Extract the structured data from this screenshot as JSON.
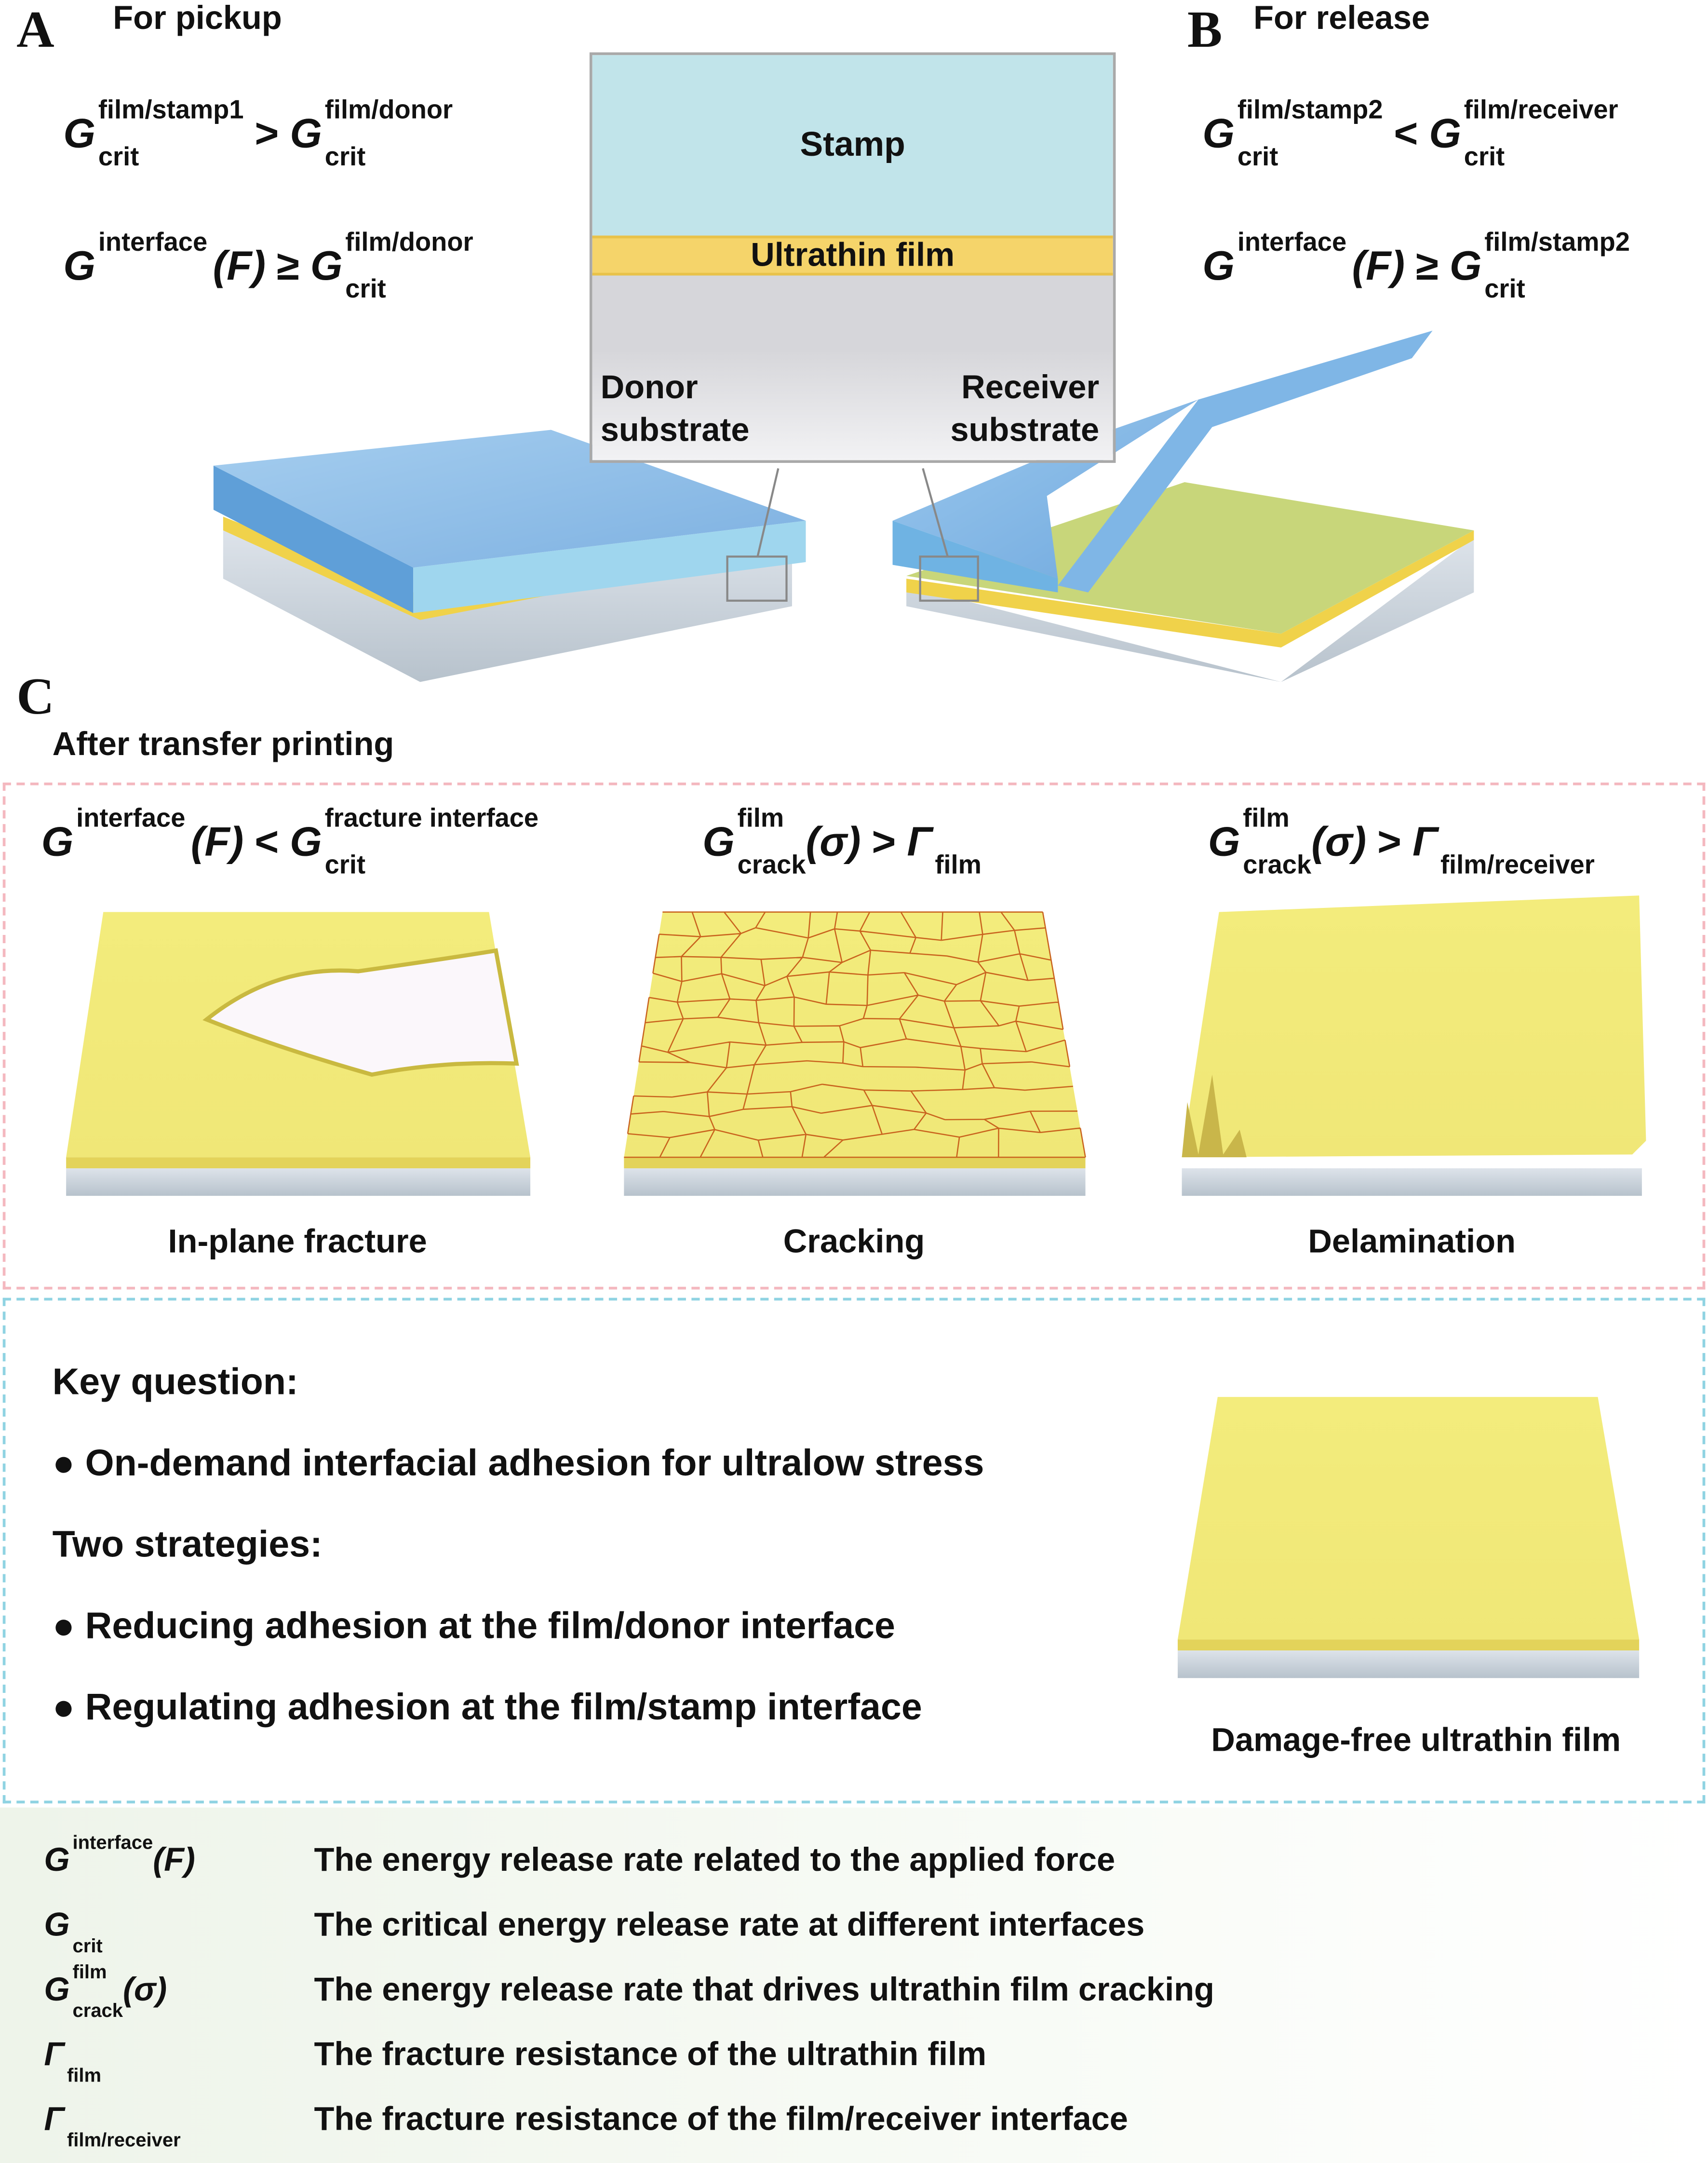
{
  "panelA": {
    "letter": "A",
    "title": "For pickup",
    "eq1": {
      "lhs_sup": "film/stamp1",
      "lhs_sub": "crit",
      "op": ">",
      "rhs_sup": "film/donor",
      "rhs_sub": "crit"
    },
    "eq2": {
      "lhs_sup": "interface",
      "arg": "(F)",
      "op": "≥",
      "rhs_sup": "film/donor",
      "rhs_sub": "crit"
    }
  },
  "panelB": {
    "letter": "B",
    "title": "For release",
    "eq1": {
      "lhs_sup": "film/stamp2",
      "lhs_sub": "crit",
      "op": "<",
      "rhs_sup": "film/receiver",
      "rhs_sub": "crit"
    },
    "eq2": {
      "lhs_sup": "interface",
      "arg": "(F)",
      "op": "≥",
      "rhs_sup": "film/stamp2",
      "rhs_sub": "crit"
    }
  },
  "schematic": {
    "stamp": "Stamp",
    "film": "Ultrathin film",
    "donor": "Donor substrate",
    "receiver": "Receiver substrate"
  },
  "panelC": {
    "letter": "C",
    "title": "After transfer printing",
    "modes": [
      {
        "eq": {
          "lhs_sup": "interface",
          "arg": "(F)",
          "op": "<",
          "rhs_sup": "fracture interface",
          "rhs_sub": "crit"
        },
        "label": "In-plane fracture"
      },
      {
        "eq": {
          "lhs_sup": "film",
          "lhs_sub": "crack",
          "arg": "(σ)",
          "op": ">",
          "gamma_sub": "film"
        },
        "label": "Cracking"
      },
      {
        "eq": {
          "lhs_sup": "film",
          "lhs_sub": "crack",
          "arg": "(σ)",
          "op": ">",
          "gamma_sub": "film/receiver"
        },
        "label": "Delamination"
      }
    ]
  },
  "strategy": {
    "key_q": "Key question:",
    "bullet1": "On-demand interfacial adhesion for ultralow stress",
    "two": "Two strategies:",
    "bullet2": "Reducing adhesion at the film/donor interface",
    "bullet3": "Regulating adhesion at the film/stamp interface",
    "result": "Damage-free ultrathin film"
  },
  "legend": [
    {
      "sym": "G",
      "sup": "interface",
      "sub": "",
      "arg": "(F)",
      "desc": "The energy release rate related to the applied force"
    },
    {
      "sym": "G",
      "sup": "",
      "sub": "crit",
      "arg": "",
      "desc": "The critical energy release rate at different interfaces"
    },
    {
      "sym": "G",
      "sup": "film",
      "sub": "crack",
      "arg": "(σ)",
      "desc": "The energy release rate that drives ultrathin film cracking"
    },
    {
      "sym": "Γ",
      "sup": "",
      "sub": "film",
      "arg": "",
      "desc": "The fracture resistance of the ultrathin film"
    },
    {
      "sym": "Γ",
      "sup": "",
      "sub": "film/receiver",
      "arg": "",
      "desc": "The fracture resistance of the film/receiver interface"
    }
  ],
  "colors": {
    "stamp": "#c1e4ea",
    "film": "#f5d46a",
    "pink_dash": "#f4b8bf",
    "blue_dash": "#8fd3e2",
    "plate_yellow": "#f1ec82"
  }
}
